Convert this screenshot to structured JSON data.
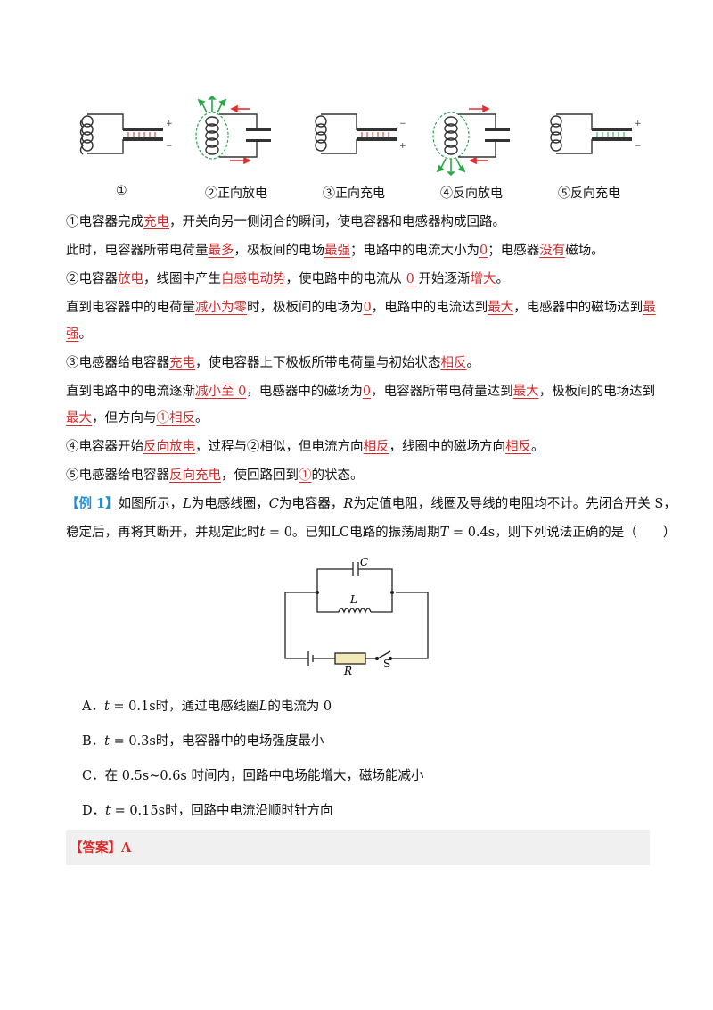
{
  "figures": {
    "captions": [
      "①",
      "②正向放电",
      "③正向充电",
      "④反向放电",
      "⑤反向充电"
    ]
  },
  "paragraphs": {
    "p1": {
      "a": "①电容器完成",
      "u1": "充电",
      "b": "，开关向另一侧闭合的瞬间，使电容器和电感器构成回路。"
    },
    "p2": {
      "a": "此时，电容器所带电荷量",
      "u1": "最多",
      "b": "，极板间的电场",
      "u2": "最强",
      "c": "；电路中的电流大小为",
      "u3": "0",
      "d": "；电感器",
      "u4": "没有",
      "e": "磁场。"
    },
    "p3": {
      "a": "②电容器",
      "u1": "放电",
      "b": "，线圈中产生",
      "u2": "自感电动势",
      "c": "，使电路中的电流从 ",
      "u3": "0",
      "d": " 开始逐渐",
      "u4": "增大",
      "e": "。"
    },
    "p4": {
      "a": "直到电容器中的电荷量",
      "u1": "减小为零",
      "b": "时，极板间的电场为",
      "u2": "0",
      "c": "，电路中的电流达到",
      "u3": "最大",
      "d": "，电感器中的磁场达到",
      "u4": "最"
    },
    "p4b": {
      "u1": "强",
      "a": "。"
    },
    "p5": {
      "a": "③电感器给电容器",
      "u1": "充电",
      "b": "，使电容器上下极板所带电荷量与初始状态",
      "u2": "相反",
      "c": "。"
    },
    "p6": {
      "a": "直到电路中的电流逐渐",
      "u1": "减小至 0",
      "b": "，电感器中的磁场为",
      "u2": "0",
      "c": "，电容器所带电荷量达到",
      "u3": "最大",
      "d": "，极板间的电场达到"
    },
    "p6b": {
      "u1": "最大",
      "a": "，但方向与",
      "u2": "①",
      "b": "相反",
      "c": "。"
    },
    "p7": {
      "a": "④电容器开始",
      "u1": "反向放电",
      "b": "，过程与②相似，但电流方向",
      "u2": "相反",
      "c": "，线圈中的磁场方向",
      "u3": "相反",
      "d": "。"
    },
    "p8": {
      "a": "⑤电感器给电容器",
      "u1": "反向充电",
      "b": "，使回路回到",
      "u2": "①",
      "c": "的状态。"
    }
  },
  "example": {
    "tag": "【例 1】",
    "line1": {
      "a": "如图所示，",
      "L": "L",
      "b": "为电感线圈，",
      "C": "C",
      "c": "为电容器，",
      "R": "R",
      "d": "为定值电阻，线圈及导线的电阻均不计。先闭合开关 S，"
    },
    "line2": {
      "a": "稳定后，再将其断开，并规定此时",
      "t": "t",
      "b": " = 0。已知LC电路的振荡周期",
      "T": "T",
      "c": " = 0.4s，则下列说法正确的是（　　）"
    }
  },
  "circuit": {
    "label_c": "C",
    "label_l": "L",
    "label_r": "R",
    "label_s": "S"
  },
  "options": [
    {
      "pre": "A．",
      "t": "t",
      "rest": " = 0.1s时，通过电感线圈",
      "var": "L",
      "tail": "的电流为 0"
    },
    {
      "pre": "B．",
      "t": "t",
      "rest": " = 0.3s时，电容器中的电场强度最小",
      "var": "",
      "tail": ""
    },
    {
      "pre": "C．",
      "t": "",
      "rest": "在 0.5s~0.6s 时间内，回路中电场能增大，磁场能减小",
      "var": "",
      "tail": ""
    },
    {
      "pre": "D．",
      "t": "t",
      "rest": " = 0.15s时，回路中电流沿顺时针方向",
      "var": "",
      "tail": ""
    }
  ],
  "answer": {
    "label": "【答案】A"
  },
  "colors": {
    "highlight": "#d62a2a",
    "tag": "#1e8fd6",
    "field_green": "#2aa84a",
    "arrow_red": "#e03030",
    "answer_bg": "#f0f0f0"
  }
}
